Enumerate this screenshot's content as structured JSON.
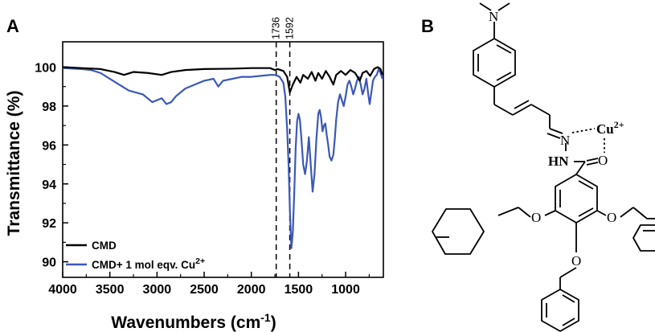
{
  "panels": {
    "a": "A",
    "b": "B"
  },
  "chart_data": {
    "type": "line",
    "xlabel_main": "Wavenumbers (cm",
    "xlabel_sup": "-1",
    "xlabel_close": ")",
    "ylabel": "Transmittance (%)",
    "xlim": [
      4000,
      600
    ],
    "ylim": [
      89.2,
      101.3
    ],
    "x_reversed": true,
    "xticks": [
      4000,
      3500,
      3000,
      2500,
      2000,
      1500,
      1000
    ],
    "xtick_labels": [
      "4000",
      "3500",
      "3000",
      "2500",
      "2000",
      "1500",
      "1000"
    ],
    "yticks": [
      90,
      92,
      94,
      96,
      98,
      100
    ],
    "ytick_labels": [
      "90",
      "92",
      "94",
      "96",
      "98",
      "100"
    ],
    "vlines": [
      {
        "x": 1736,
        "label": "1736"
      },
      {
        "x": 1592,
        "label": "1592"
      }
    ],
    "legend_position": "bottom-left",
    "series": [
      {
        "name": "CMD",
        "color": "#000000",
        "points": [
          [
            4000,
            100
          ],
          [
            3800,
            99.95
          ],
          [
            3600,
            99.9
          ],
          [
            3450,
            99.75
          ],
          [
            3350,
            99.6
          ],
          [
            3250,
            99.75
          ],
          [
            3100,
            99.7
          ],
          [
            2950,
            99.6
          ],
          [
            2850,
            99.75
          ],
          [
            2700,
            99.85
          ],
          [
            2500,
            99.9
          ],
          [
            2200,
            99.92
          ],
          [
            2000,
            99.95
          ],
          [
            1800,
            99.95
          ],
          [
            1750,
            99.85
          ],
          [
            1720,
            99.9
          ],
          [
            1660,
            99.8
          ],
          [
            1620,
            99.5
          ],
          [
            1592,
            98.7
          ],
          [
            1560,
            99.1
          ],
          [
            1520,
            99.5
          ],
          [
            1480,
            99.2
          ],
          [
            1450,
            99.6
          ],
          [
            1400,
            99.4
          ],
          [
            1360,
            99.75
          ],
          [
            1320,
            99.3
          ],
          [
            1290,
            99.7
          ],
          [
            1250,
            99.4
          ],
          [
            1210,
            99.8
          ],
          [
            1170,
            99.5
          ],
          [
            1130,
            99.1
          ],
          [
            1100,
            99.6
          ],
          [
            1050,
            99.8
          ],
          [
            1000,
            99.6
          ],
          [
            950,
            99.85
          ],
          [
            900,
            99.7
          ],
          [
            850,
            99.3
          ],
          [
            820,
            99.7
          ],
          [
            780,
            99.8
          ],
          [
            740,
            99.55
          ],
          [
            700,
            99.9
          ],
          [
            660,
            100.0
          ],
          [
            630,
            99.9
          ],
          [
            610,
            99.6
          ]
        ]
      },
      {
        "name": "CMD+ 1 mol eqv. Cu",
        "name_sup": "2+",
        "color": "#3c58b8",
        "points": [
          [
            4000,
            99.95
          ],
          [
            3800,
            99.9
          ],
          [
            3700,
            99.85
          ],
          [
            3600,
            99.7
          ],
          [
            3500,
            99.4
          ],
          [
            3400,
            99.1
          ],
          [
            3300,
            98.8
          ],
          [
            3150,
            98.6
          ],
          [
            3050,
            98.2
          ],
          [
            3000,
            98.3
          ],
          [
            2950,
            98.4
          ],
          [
            2900,
            98.1
          ],
          [
            2850,
            98.2
          ],
          [
            2800,
            98.5
          ],
          [
            2700,
            98.9
          ],
          [
            2600,
            99.1
          ],
          [
            2500,
            99.3
          ],
          [
            2400,
            99.4
          ],
          [
            2350,
            99.0
          ],
          [
            2300,
            99.3
          ],
          [
            2200,
            99.4
          ],
          [
            2100,
            99.5
          ],
          [
            2000,
            99.5
          ],
          [
            1900,
            99.55
          ],
          [
            1800,
            99.6
          ],
          [
            1740,
            99.6
          ],
          [
            1700,
            99.5
          ],
          [
            1660,
            99.2
          ],
          [
            1640,
            98.5
          ],
          [
            1620,
            96.8
          ],
          [
            1605,
            95.0
          ],
          [
            1590,
            92.5
          ],
          [
            1575,
            90.7
          ],
          [
            1560,
            91.5
          ],
          [
            1545,
            93.5
          ],
          [
            1530,
            95.8
          ],
          [
            1515,
            97.2
          ],
          [
            1500,
            97.6
          ],
          [
            1485,
            97.3
          ],
          [
            1470,
            96.4
          ],
          [
            1450,
            95.0
          ],
          [
            1430,
            94.5
          ],
          [
            1410,
            95.2
          ],
          [
            1390,
            96.4
          ],
          [
            1370,
            95.0
          ],
          [
            1350,
            93.6
          ],
          [
            1330,
            94.5
          ],
          [
            1310,
            96.3
          ],
          [
            1290,
            97.6
          ],
          [
            1275,
            97.8
          ],
          [
            1260,
            97.4
          ],
          [
            1245,
            96.7
          ],
          [
            1230,
            97.0
          ],
          [
            1215,
            97.1
          ],
          [
            1200,
            96.5
          ],
          [
            1185,
            96.0
          ],
          [
            1170,
            95.4
          ],
          [
            1150,
            95.2
          ],
          [
            1130,
            95.5
          ],
          [
            1115,
            96.3
          ],
          [
            1100,
            97.3
          ],
          [
            1080,
            98.2
          ],
          [
            1060,
            98.6
          ],
          [
            1040,
            98.3
          ],
          [
            1020,
            98.0
          ],
          [
            1000,
            98.5
          ],
          [
            980,
            99.1
          ],
          [
            960,
            99.3
          ],
          [
            940,
            99.0
          ],
          [
            920,
            98.6
          ],
          [
            900,
            98.9
          ],
          [
            880,
            99.3
          ],
          [
            860,
            99.5
          ],
          [
            840,
            99.1
          ],
          [
            820,
            98.6
          ],
          [
            800,
            98.9
          ],
          [
            780,
            99.4
          ],
          [
            760,
            98.6
          ],
          [
            745,
            98.1
          ],
          [
            730,
            98.6
          ],
          [
            710,
            99.3
          ],
          [
            690,
            99.5
          ],
          [
            670,
            99.6
          ],
          [
            650,
            99.9
          ],
          [
            630,
            99.7
          ],
          [
            610,
            99.4
          ]
        ]
      }
    ]
  },
  "structure": {
    "atoms": {
      "n_top": "N",
      "n_imine": "N",
      "hn": "HN",
      "o_carbonyl": "O",
      "cu": "Cu",
      "cu_charge": "2+",
      "o_left": "O",
      "o_right": "O",
      "o_bottom": "O"
    }
  }
}
